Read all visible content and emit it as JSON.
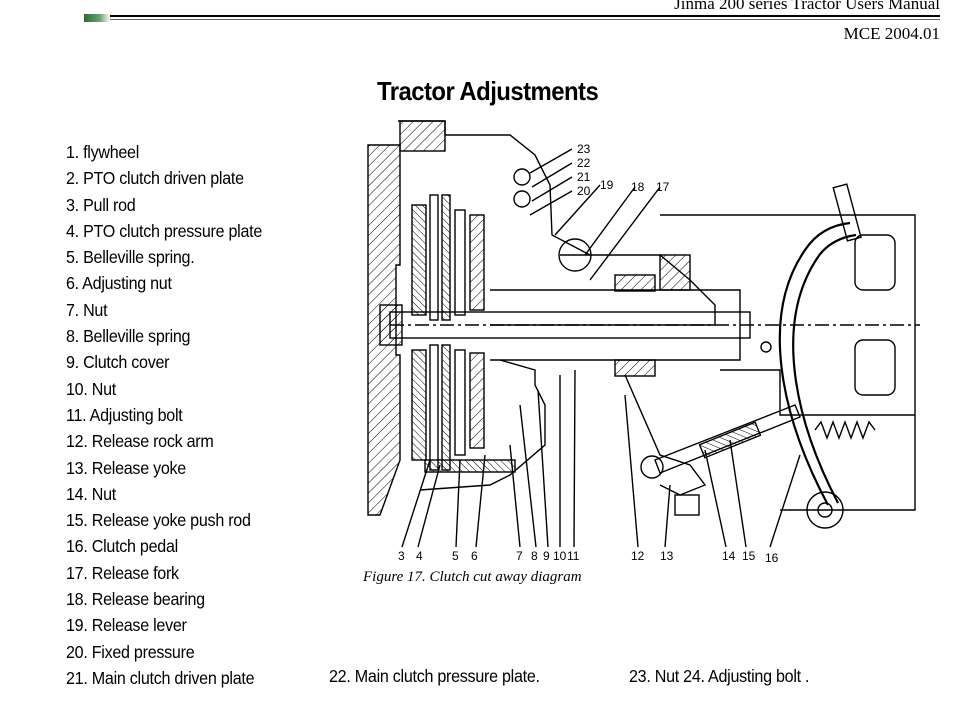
{
  "header": {
    "title": "Jinma 200 series Tractor Users Manual",
    "code": "MCE 2004.01"
  },
  "page_title": "Tractor Adjustments",
  "parts": [
    "1. flywheel",
    "2. PTO clutch driven plate",
    "3. Pull rod",
    "4. PTO clutch pressure plate",
    "5. Belleville spring.",
    "6. Adjusting nut",
    "7. Nut",
    "8. Belleville spring",
    "9. Clutch cover",
    "10. Nut",
    "11. Adjusting bolt",
    "12. Release rock arm",
    "13. Release yoke",
    "14. Nut",
    "15. Release yoke push rod",
    "16. Clutch pedal",
    "17. Release fork",
    "18. Release bearing",
    "19. Release lever",
    "20. Fixed pressure",
    "21. Main clutch driven plate"
  ],
  "bottom_items": [
    "22. Main clutch pressure plate.",
    "23. Nut 24. Adjusting bolt ."
  ],
  "figure": {
    "caption": "Figure 17. Clutch cut away diagram",
    "bottom_callouts": [
      "3",
      "4",
      "5",
      "6",
      "7",
      "8",
      "9",
      "10",
      "11",
      "12",
      "13",
      "14",
      "15",
      "16"
    ],
    "top_callouts": [
      "23",
      "22",
      "21",
      "20",
      "19",
      "18",
      "17"
    ]
  }
}
